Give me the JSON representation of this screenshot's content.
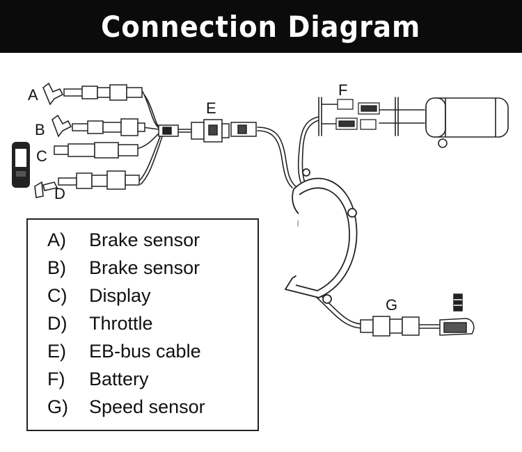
{
  "header": {
    "title": "Connection Diagram"
  },
  "callouts": {
    "a": "A",
    "b": "B",
    "c": "C",
    "d": "D",
    "e": "E",
    "f": "F",
    "g": "G"
  },
  "legend": [
    {
      "letter": "A)",
      "name": "Brake sensor"
    },
    {
      "letter": "B)",
      "name": "Brake sensor"
    },
    {
      "letter": "C)",
      "name": "Display"
    },
    {
      "letter": "D)",
      "name": "Throttle"
    },
    {
      "letter": "E)",
      "name": "EB-bus cable"
    },
    {
      "letter": "F)",
      "name": "Battery"
    },
    {
      "letter": "G)",
      "name": "Speed sensor"
    }
  ],
  "colors": {
    "header_bg": "#0b0b0b",
    "header_text": "#ffffff",
    "line": "#222222"
  }
}
